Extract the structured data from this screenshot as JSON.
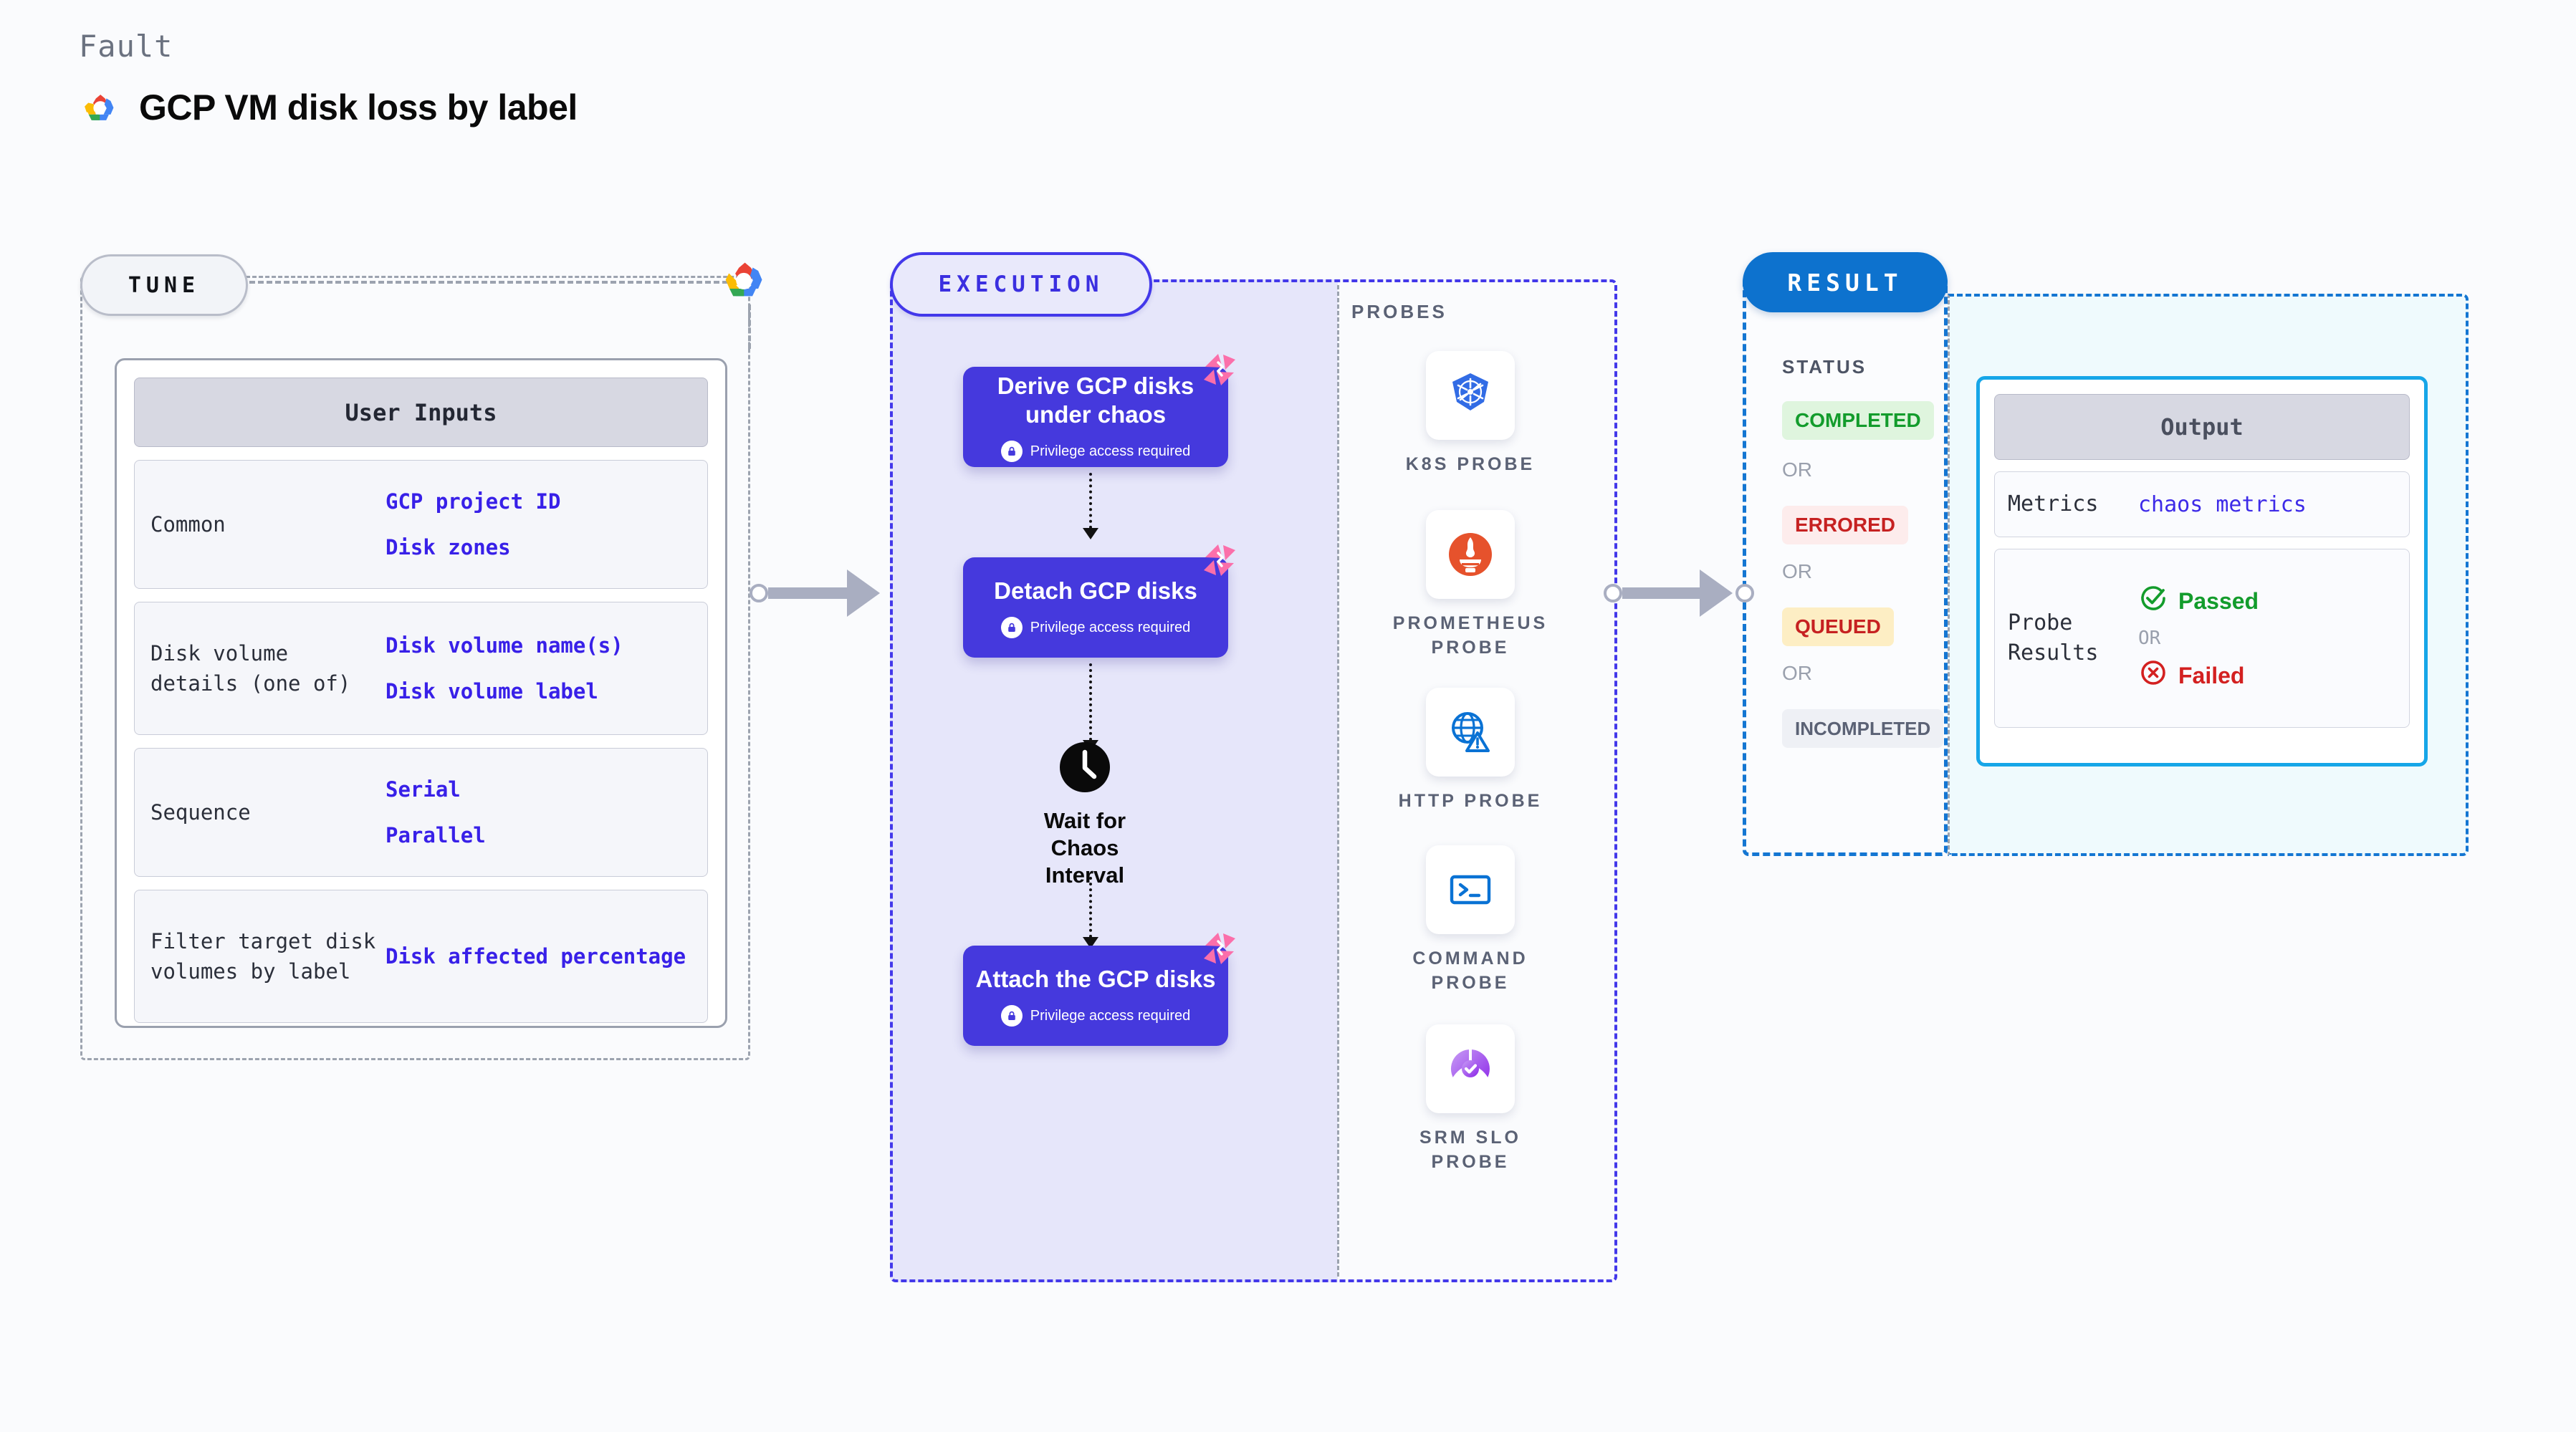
{
  "header": {
    "kicker": "Fault",
    "title": "GCP VM disk loss by label",
    "logo_icon": "gcp-cloud-logo"
  },
  "tune": {
    "badge": "TUNE",
    "provider_icon": "gcp-cloud-logo",
    "card_title": "User Inputs",
    "rows": [
      {
        "label": "Common",
        "values": [
          "GCP project ID",
          "Disk zones"
        ]
      },
      {
        "label": "Disk volume details (one of)",
        "values": [
          "Disk volume name(s)",
          "Disk volume label"
        ]
      },
      {
        "label": "Sequence",
        "values": [
          "Serial",
          "Parallel"
        ]
      },
      {
        "label": "Filter target disk volumes by label",
        "values": [
          "Disk affected percentage"
        ]
      }
    ]
  },
  "execution": {
    "badge": "EXECUTION",
    "privilege_note": "Privilege access required",
    "nodes": [
      {
        "title": "Derive GCP disks under chaos",
        "privileged": true,
        "icon": "lock-icon",
        "ribbon_icon": "chaos-ribbon-icon"
      },
      {
        "title": "Detach GCP disks",
        "privileged": true,
        "icon": "lock-icon",
        "ribbon_icon": "chaos-ribbon-icon"
      },
      {
        "title": "Wait for Chaos Interval",
        "privileged": false,
        "icon": "clock-icon"
      },
      {
        "title": "Attach the GCP disks",
        "privileged": true,
        "icon": "lock-icon",
        "ribbon_icon": "chaos-ribbon-icon"
      }
    ],
    "probes_label": "PROBES",
    "probes": [
      {
        "name": "K8S PROBE",
        "icon": "kubernetes-icon"
      },
      {
        "name": "PROMETHEUS PROBE",
        "icon": "prometheus-icon"
      },
      {
        "name": "HTTP PROBE",
        "icon": "http-globe-warning-icon"
      },
      {
        "name": "COMMAND PROBE",
        "icon": "terminal-icon"
      },
      {
        "name": "SRM SLO PROBE",
        "icon": "srm-slo-icon"
      }
    ]
  },
  "result": {
    "badge": "RESULT",
    "status_label": "STATUS",
    "or_text": "OR",
    "statuses": [
      {
        "text": "COMPLETED",
        "color": "#139c2c",
        "bg": "#dff5de"
      },
      {
        "text": "ERRORED",
        "color": "#c62121",
        "bg": "#fdecec"
      },
      {
        "text": "QUEUED",
        "color": "#c62121",
        "bg": "#fdeec4"
      },
      {
        "text": "INCOMPLETED",
        "color": "#5b6275",
        "bg": "#eef0f5"
      }
    ],
    "output": {
      "title": "Output",
      "metrics_label": "Metrics",
      "metrics_value": "chaos metrics",
      "probe_results_label": "Probe Results",
      "passed_text": "Passed",
      "failed_text": "Failed",
      "or_text": "OR",
      "passed_icon": "check-circle-icon",
      "failed_icon": "x-circle-icon"
    }
  },
  "colors": {
    "accent_purple": "#4539dd",
    "accent_blue": "#0d72ce",
    "accent_cyan": "#16a6e8",
    "link_blue": "#3820e8",
    "chaos_pink": "#fb6faa",
    "pass_green": "#139c2c",
    "fail_red": "#d32020"
  }
}
